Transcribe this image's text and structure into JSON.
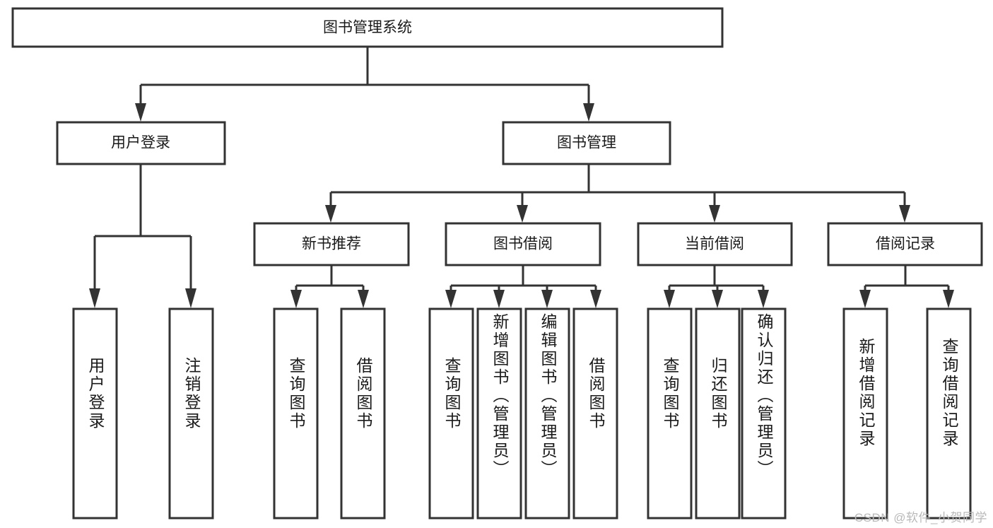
{
  "diagram": {
    "type": "tree-hierarchy",
    "title": "图书管理系统",
    "watermark": "CSDN @软件_小贺同学",
    "colors": {
      "stroke": "#333333",
      "box_fill": "#ffffff",
      "text": "#1a1a1a",
      "background": "#ffffff",
      "watermark": "#b9b9b9"
    },
    "root": {
      "label": "图书管理系统"
    },
    "level2": [
      {
        "label": "用户登录"
      },
      {
        "label": "图书管理"
      }
    ],
    "level3": [
      {
        "label": "新书推荐"
      },
      {
        "label": "图书借阅"
      },
      {
        "label": "当前借阅"
      },
      {
        "label": "借阅记录"
      }
    ],
    "leaves": {
      "user_login": [
        {
          "label": "用户登录"
        },
        {
          "label": "注销登录"
        }
      ],
      "new_book_recommend": [
        {
          "label": "查询图书"
        },
        {
          "label": "借阅图书"
        }
      ],
      "book_borrow": [
        {
          "label": "查询图书"
        },
        {
          "label": "新增图书（管理员）"
        },
        {
          "label": "编辑图书（管理员）"
        },
        {
          "label": "借阅图书"
        }
      ],
      "current_borrow": [
        {
          "label": "查询图书"
        },
        {
          "label": "归还图书"
        },
        {
          "label": "确认归还（管理员）"
        }
      ],
      "borrow_record": [
        {
          "label": "新增借阅记录"
        },
        {
          "label": "查询借阅记录"
        }
      ]
    }
  }
}
